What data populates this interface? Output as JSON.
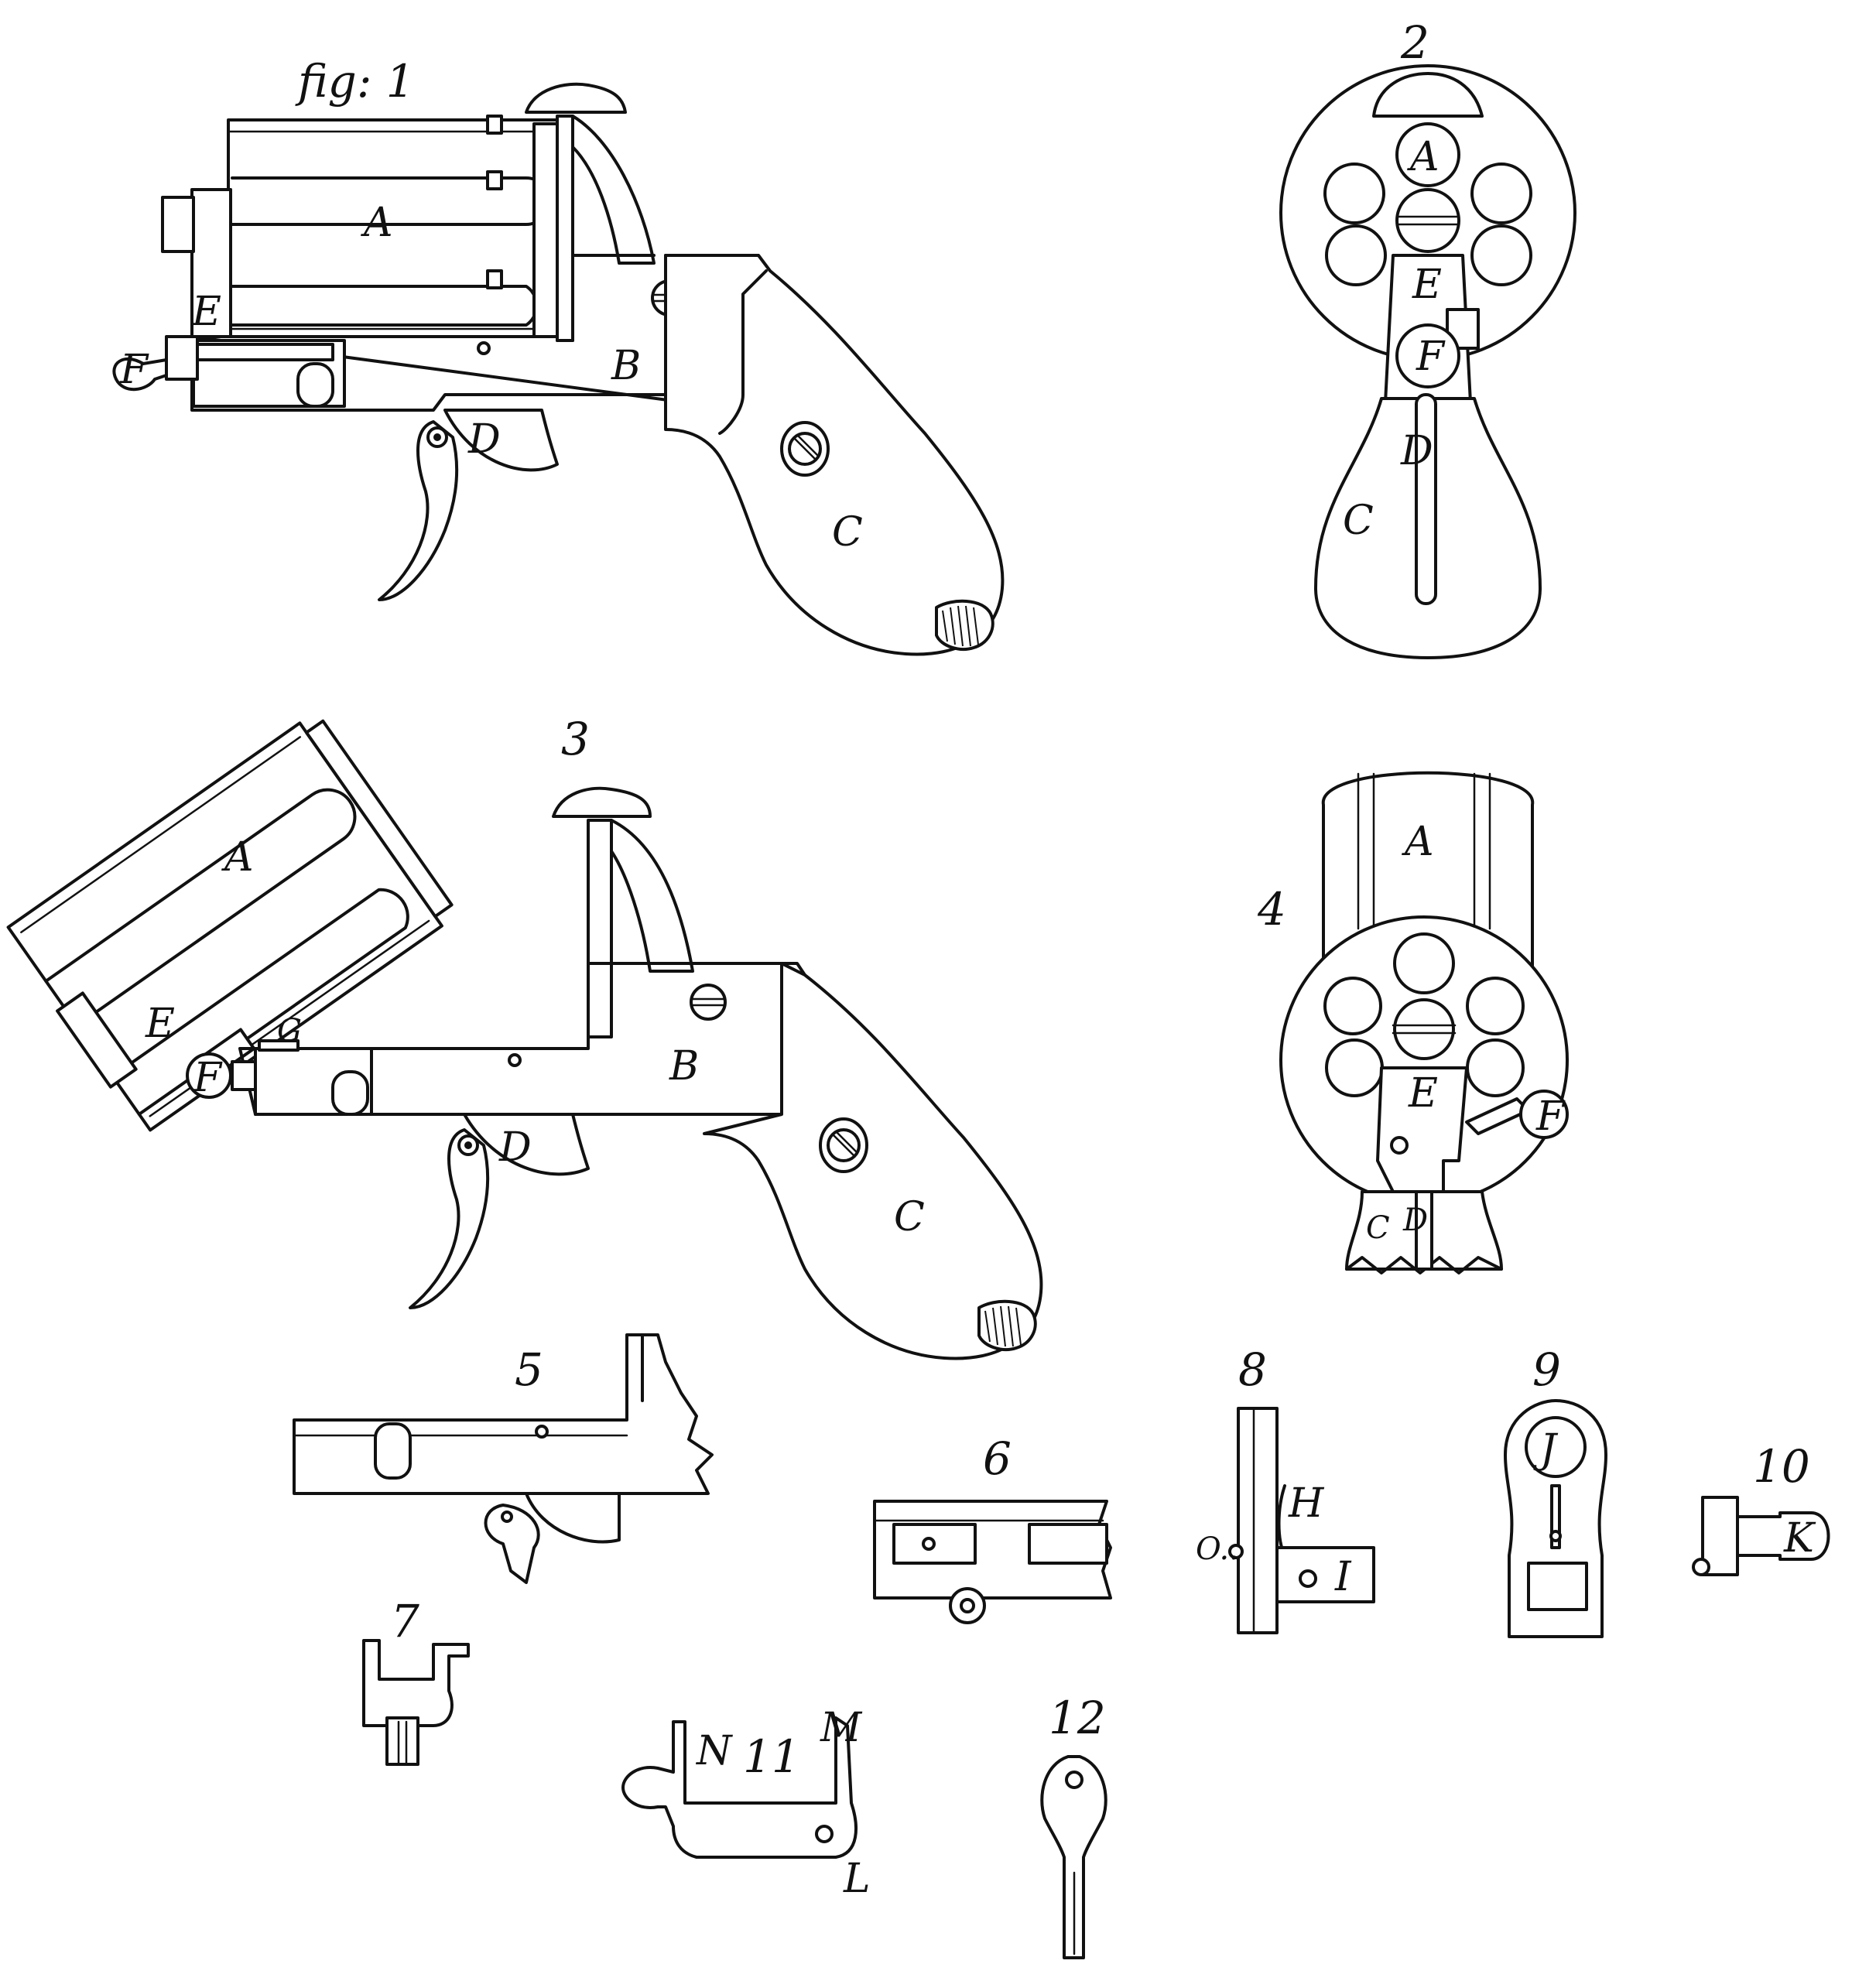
{
  "figures": {
    "fig1": {
      "number": "fig: 1",
      "labels": {
        "A": "A",
        "B": "B",
        "C": "C",
        "D": "D",
        "E": "E",
        "F": "F"
      }
    },
    "fig2": {
      "number": "2",
      "labels": {
        "A": "A",
        "C": "C",
        "D": "D",
        "E": "E",
        "F": "F"
      }
    },
    "fig3": {
      "number": "3",
      "labels": {
        "A": "A",
        "B": "B",
        "C": "C",
        "D": "D",
        "E": "E",
        "F": "F",
        "G": "G"
      }
    },
    "fig4": {
      "number": "4",
      "labels": {
        "A": "A",
        "C": "C",
        "D": "D",
        "E": "E",
        "F": "F"
      }
    },
    "fig5": {
      "number": "5"
    },
    "fig6": {
      "number": "6"
    },
    "fig7": {
      "number": "7"
    },
    "fig8": {
      "number": "8",
      "labels": {
        "H": "H",
        "I": "I",
        "O": "O.."
      }
    },
    "fig9": {
      "number": "9",
      "labels": {
        "J": "J"
      }
    },
    "fig10": {
      "number": "10",
      "labels": {
        "K": "K"
      }
    },
    "fig11": {
      "number": "11",
      "labels": {
        "N": "N",
        "M": "M",
        "L": "L"
      }
    },
    "fig12": {
      "number": "12"
    }
  }
}
